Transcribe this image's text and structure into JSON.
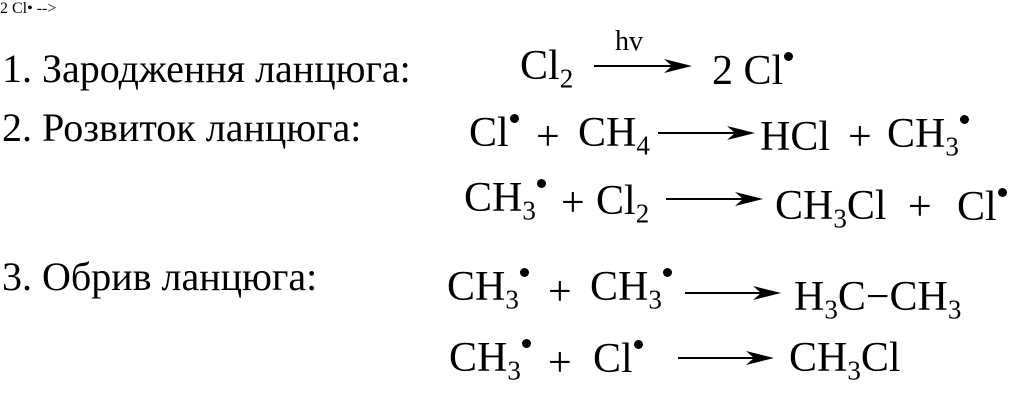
{
  "stages": [
    {
      "label": "1. Зародження ланцюга:"
    },
    {
      "label": "2. Розвиток ланцюга:"
    },
    {
      "label": "3. Обрив ланцюга:"
    }
  ],
  "reactions": {
    "r1": {
      "left": "Cl",
      "left_sub": "2",
      "condition": "hv",
      "right_coef": "2 Cl"
    },
    "r2": {
      "a": "Cl",
      "plus1": "+",
      "b": "CH",
      "b_sub": "4",
      "c": "HCl",
      "plus2": "+",
      "d": "CH",
      "d_sub": "3"
    },
    "r3": {
      "a": "CH",
      "a_sub": "3",
      "plus1": "+",
      "b": "Cl",
      "b_sub": "2",
      "c1": "CH",
      "c_sub": "3",
      "c2": "Cl",
      "plus2": "+",
      "d": "Cl"
    },
    "r4": {
      "a": "CH",
      "a_sub": "3",
      "plus1": "+",
      "b": "CH",
      "b_sub": "3",
      "c1": "H",
      "c_sub1": "3",
      "c2": "C−CH",
      "c_sub2": "3"
    },
    "r5": {
      "a": "CH",
      "a_sub": "3",
      "plus1": "+",
      "b": "Cl",
      "c1": "CH",
      "c_sub": "3",
      "c2": "Cl"
    }
  },
  "colors": {
    "ink": "#000000",
    "background": "#ffffff"
  }
}
